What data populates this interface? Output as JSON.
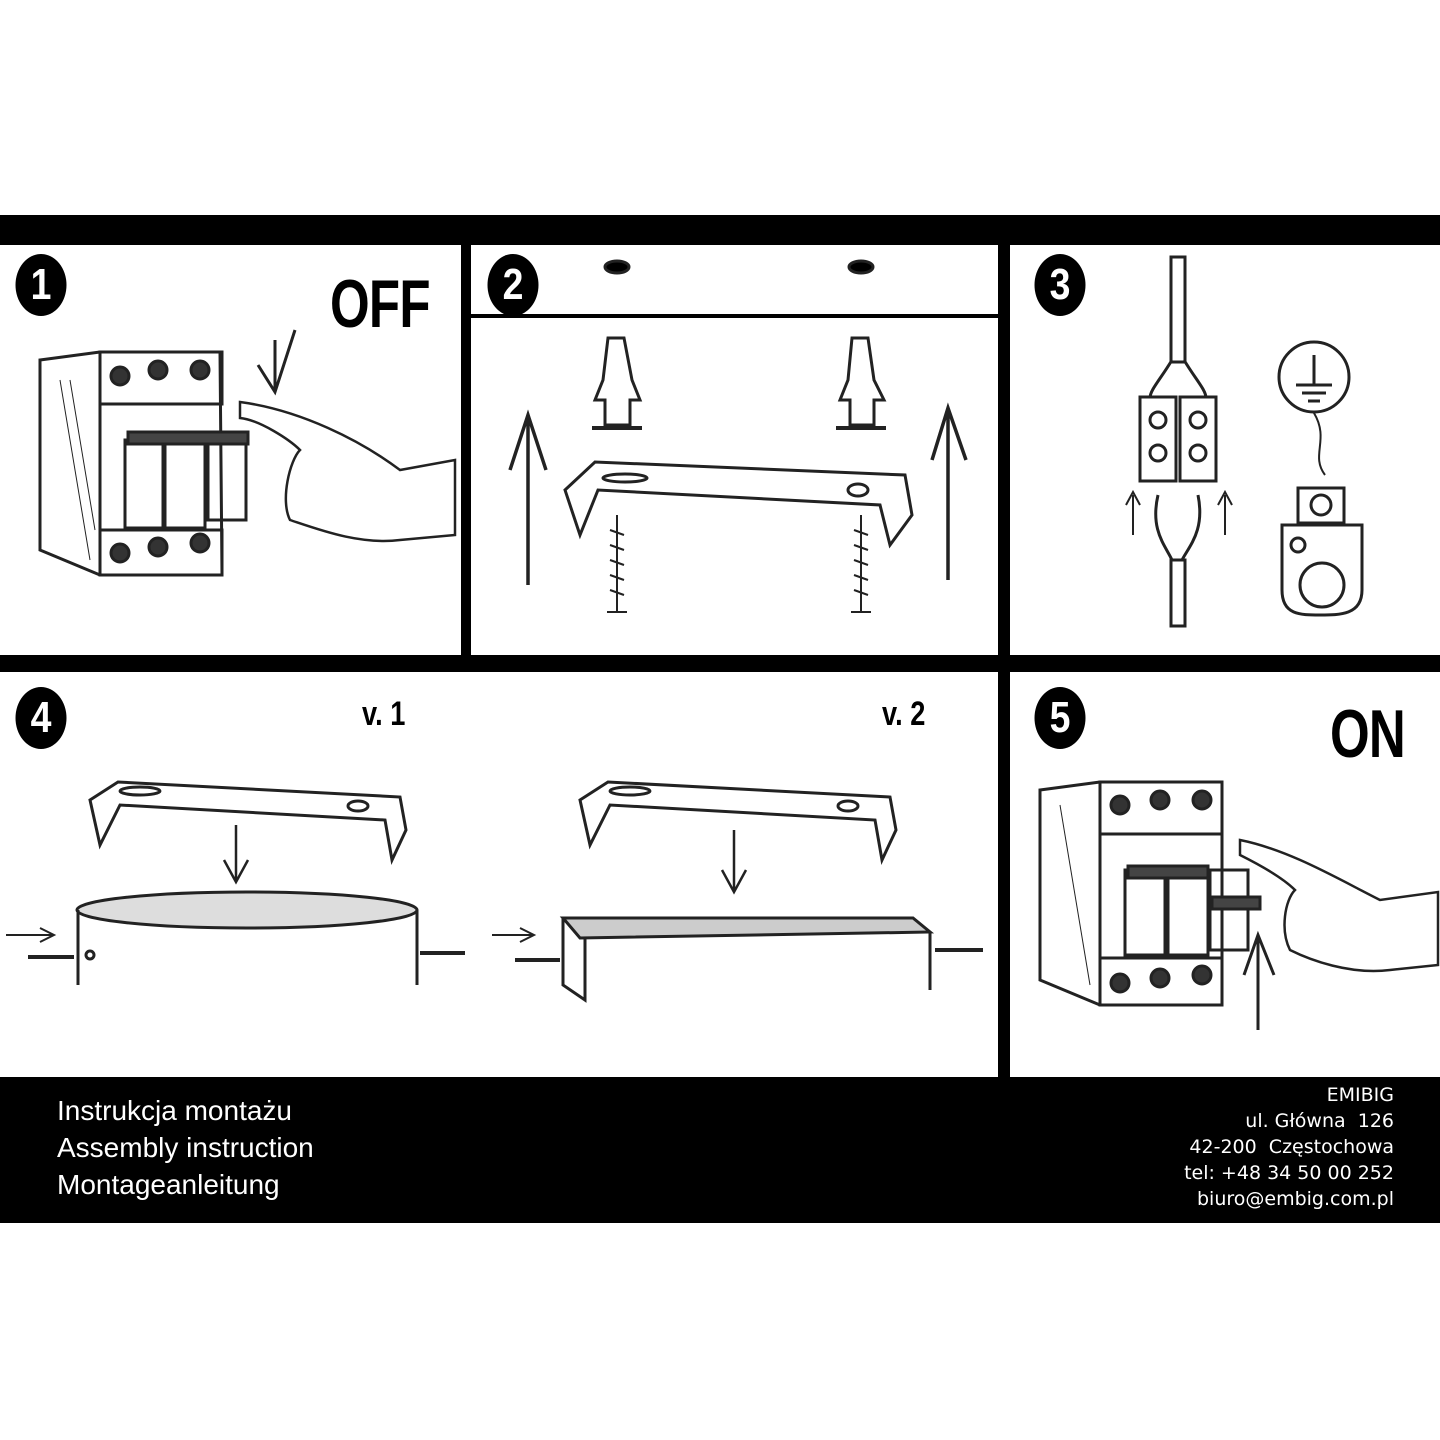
{
  "steps": [
    {
      "number": "1",
      "label": "OFF"
    },
    {
      "number": "2"
    },
    {
      "number": "3"
    },
    {
      "number": "4",
      "variants": [
        "v. 1",
        "v. 2"
      ]
    },
    {
      "number": "5",
      "label": "ON"
    }
  ],
  "footer": {
    "titles": [
      "Instrukcja montażu",
      "Assembly instruction",
      "Montageanleitung"
    ],
    "company": "EMIBIG",
    "street": "ul. Główna  126",
    "city": "42-200  Częstochowa",
    "phone": "tel: +48 34 50 00 252",
    "email": "biuro@embig.com.pl"
  },
  "colors": {
    "frame": "#000000",
    "background": "#ffffff",
    "footer_text": "#ffffff"
  }
}
